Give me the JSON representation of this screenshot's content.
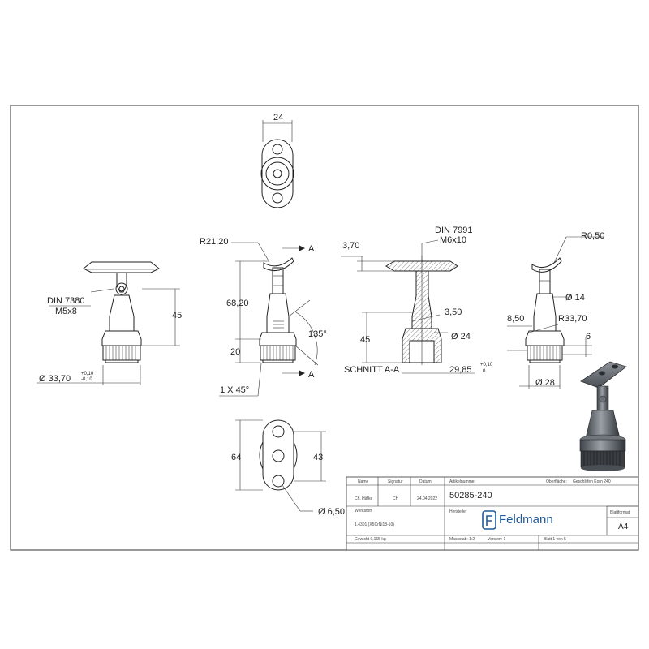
{
  "views": {
    "top": {
      "width_dim": "24"
    },
    "front": {
      "screw_label_1": "DIN 7380",
      "screw_label_2": "M5x8",
      "height_dim": "45",
      "diameter_dim": "Ø 33,70",
      "tol_upper": "+0,10",
      "tol_lower": "-0,10"
    },
    "side": {
      "radius_dim": "R21,20",
      "height_dim": "68,20",
      "base_dim": "20",
      "angle_dim": "135°",
      "chamfer_dim": "1 X 45°",
      "section_mark_top": "A",
      "section_mark_bottom": "A"
    },
    "section": {
      "screw_label_1": "DIN 7991",
      "screw_label_2": "M6x10",
      "plate_dim": "3,70",
      "bore_dim": "3,50",
      "height_dim": "45",
      "diameter_dim": "Ø 24",
      "outer_dim": "29,85",
      "tol_upper": "+0,10",
      "tol_lower": "0",
      "caption": "SCHNITT A-A"
    },
    "right": {
      "radius_top": "R0,50",
      "diameter_small": "Ø 14",
      "dim_850": "8,50",
      "radius_large": "R33,70",
      "dim_6": "6",
      "diameter_base": "Ø 28"
    },
    "bottom": {
      "height_64": "64",
      "height_43": "43",
      "hole_dim": "Ø 6,50"
    }
  },
  "title_block": {
    "name_label": "Name",
    "signature_label": "Signatur",
    "date_label": "Datum",
    "article_label": "Artikelnummer",
    "surface_label": "Oberfläche:",
    "surface_value": "Geschliffen Korn 240",
    "drawer_name": "Ch. Häfke",
    "drawer_sign": "CH",
    "drawer_date": "24.04.2022",
    "article_number": "50285-240",
    "material_label": "Werkstoff:",
    "material_value": "1.4301 (X5CrNi18-10)",
    "manufacturer_label": "Hersteller",
    "brand_name": "Feldmann",
    "format_label": "Blattformat",
    "format_value": "A4",
    "weight_value": "Gewicht 0,165 kg",
    "scale_label": "Massstab: 1:2",
    "version_label": "Version: 1",
    "sheet_label": "Blatt 1 von 5"
  },
  "colors": {
    "line": "#222222",
    "brand": "#1f5a9c",
    "steel_dark": "#4a4f55",
    "steel_light": "#9aa0a6"
  }
}
